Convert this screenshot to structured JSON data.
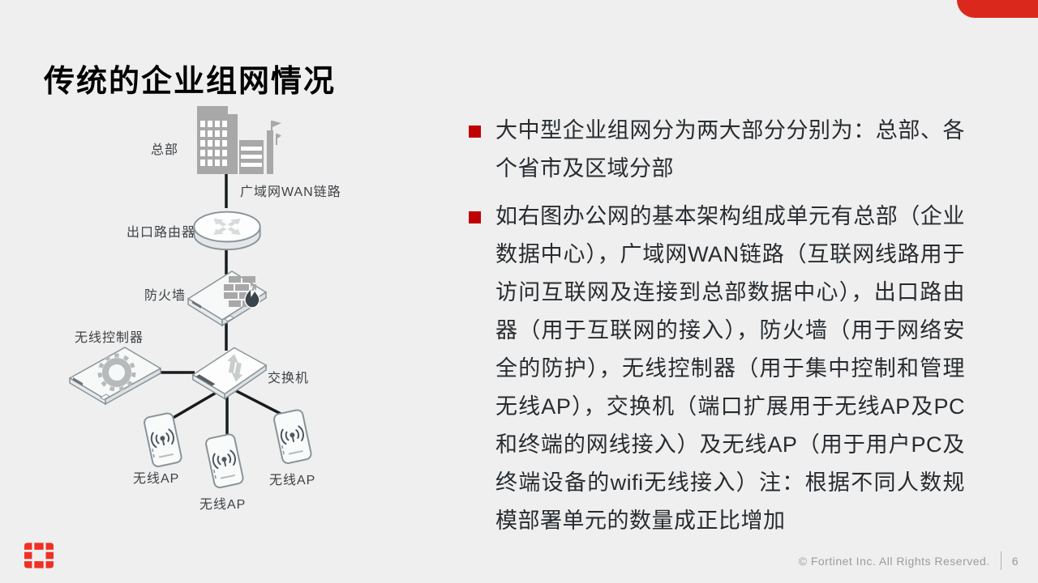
{
  "slide": {
    "title": "传统的企业组网情况"
  },
  "colors": {
    "background": "#EFEFEF",
    "accent_red": "#DA291C",
    "logo_red": "#EE3124",
    "bullet_red": "#C00000",
    "icon_gray": "#A8A8A8",
    "connector_black": "#191C1F"
  },
  "diagram": {
    "hq_label": "总部",
    "wan_label": "广域网WAN链路",
    "router_label": "出口路由器",
    "firewall_label": "防火墙",
    "controller_label": "无线控制器",
    "switch_label": "交换机",
    "ap_label": "无线AP",
    "icons": [
      "building-icon",
      "router-icon",
      "firewall-icon",
      "wireless-controller-icon",
      "switch-icon",
      "wireless-ap-icon"
    ]
  },
  "bullets": [
    {
      "text": "大中型企业组网分为两大部分分别为：总部、各个省市及区域分部"
    },
    {
      "text": "如右图办公网的基本架构组成单元有总部（企业数据中心），广域网WAN链路（互联网线路用于访问互联网及连接到总部数据中心），出口路由器（用于互联网的接入），防火墙（用于网络安全的防护），无线控制器（用于集中控制和管理无线AP），交换机（端口扩展用于无线AP及PC和终端的网线接入）及无线AP（用于用户PC及终端设备的wifi无线接入）注：根据不同人数规模部署单元的数量成正比增加"
    }
  ],
  "footer": {
    "copyright": "© Fortinet Inc. All Rights Reserved.",
    "page_number": "6",
    "logo_icon": "fortinet-logo-icon"
  }
}
